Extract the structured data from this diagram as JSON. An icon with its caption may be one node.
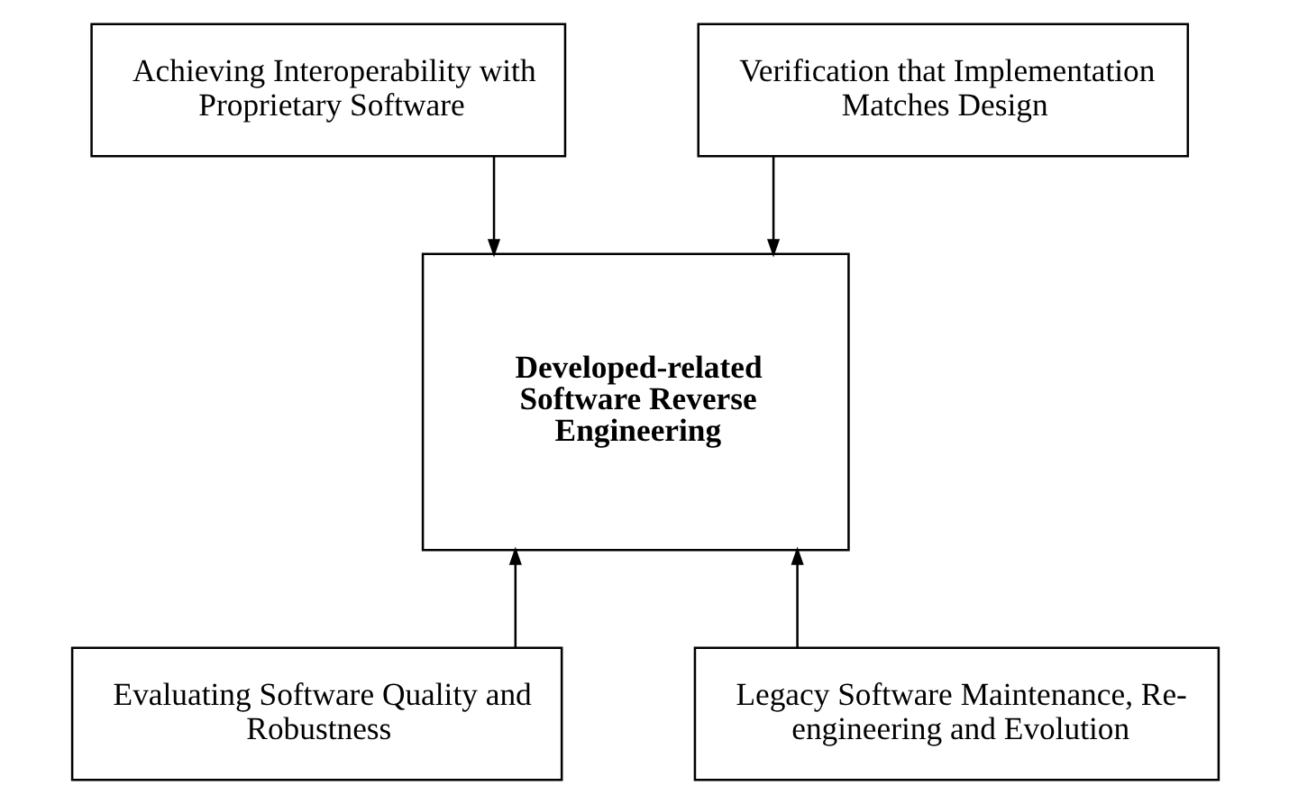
{
  "diagram": {
    "nodes": [
      {
        "text": [
          "Achieving Interoperability with Proprietary Software"
        ]
      },
      {
        "text": [
          "Verification that Implementation Matches Design"
        ]
      },
      {
        "text": [
          "Developed-related Software Reverse Engineering"
        ]
      },
      {
        "text": [
          "Evaluating Software Quality and Robustness"
        ]
      },
      {
        "text": [
          "Legacy Software Maintenance, Re-engineering and Evolution"
        ]
      }
    ],
    "edges": [
      {
        "from": 0,
        "to": 2,
        "arrow": "to"
      },
      {
        "from": 1,
        "to": 2,
        "arrow": "to"
      },
      {
        "from": 3,
        "to": 2,
        "arrow": "to"
      },
      {
        "from": 4,
        "to": 2,
        "arrow": "to"
      }
    ]
  }
}
